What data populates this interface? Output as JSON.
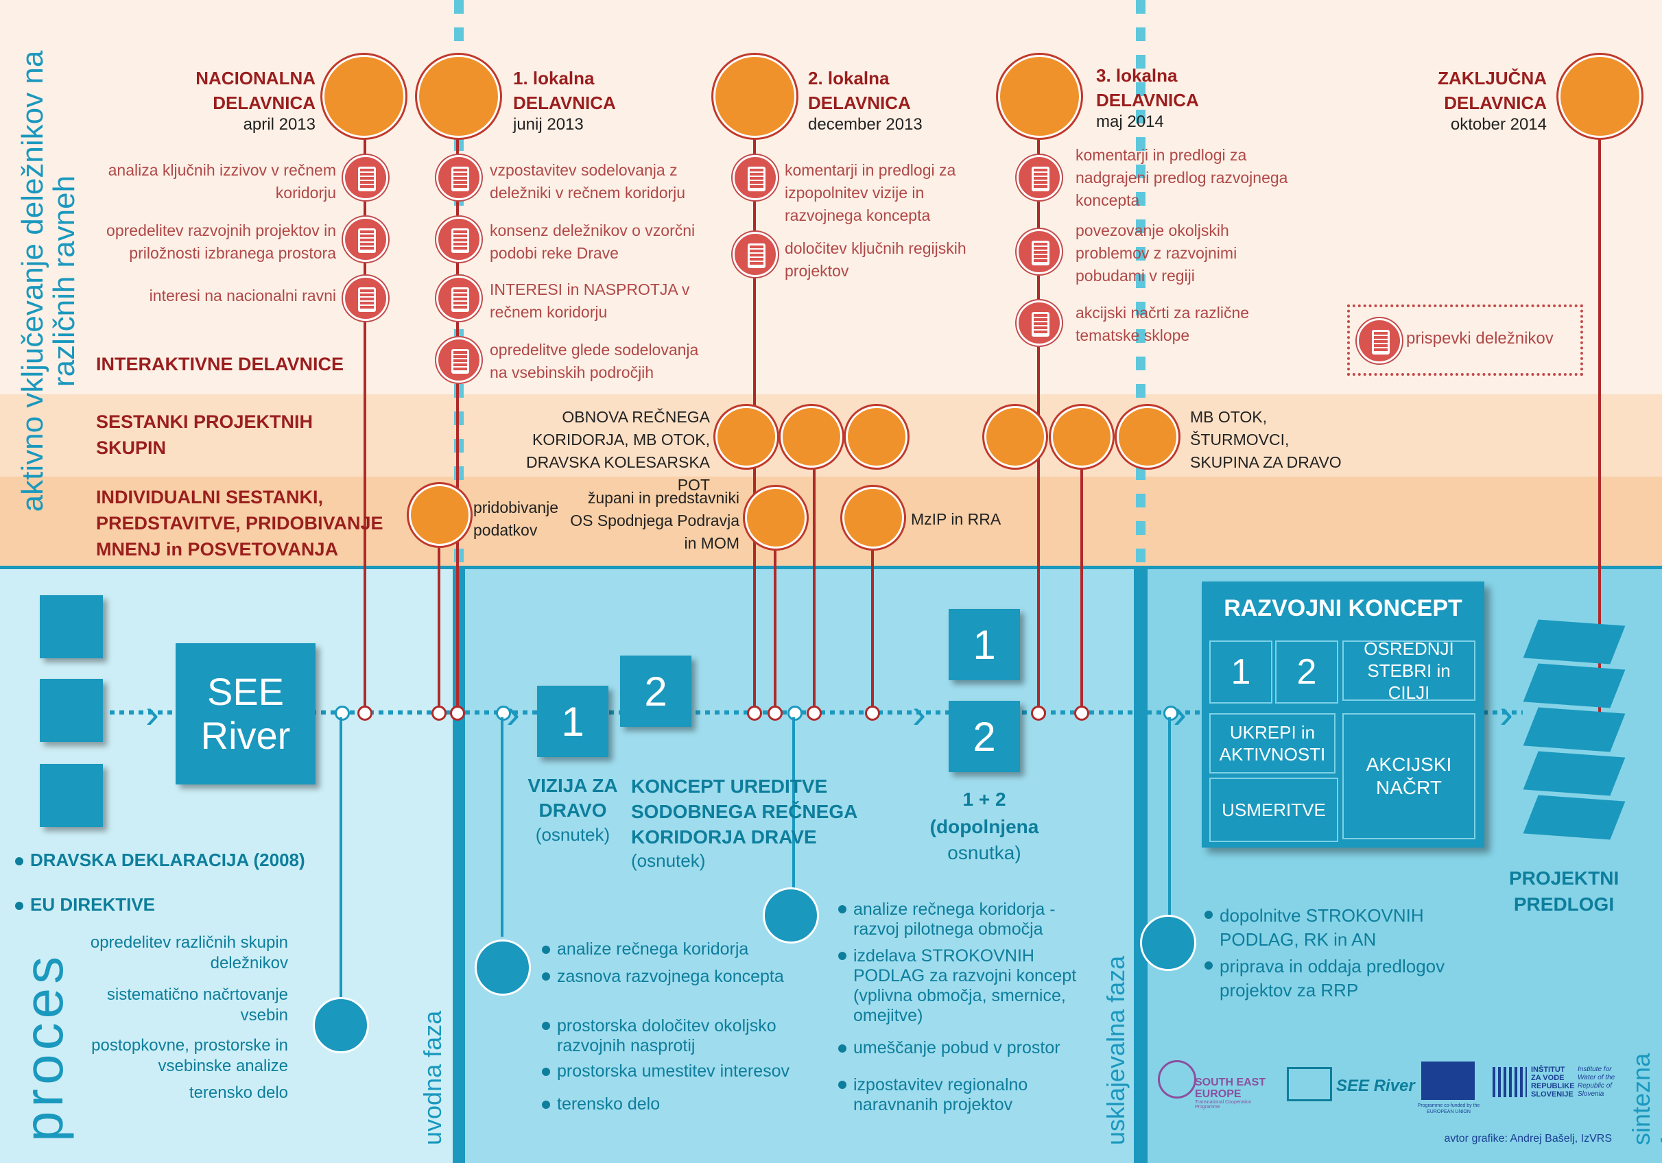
{
  "left_labels": {
    "stakeholders": "aktivno vključevanje deležnikov na različnih ravneh",
    "process": "proces"
  },
  "workshops": [
    {
      "title": "NACIONALNA DELAVNICA",
      "date": "april 2013"
    },
    {
      "title": "1. lokalna DELAVNICA",
      "date": "junij 2013"
    },
    {
      "title": "2. lokalna DELAVNICA",
      "date": "december 2013"
    },
    {
      "title": "3. lokalna DELAVNICA",
      "date": "maj 2014"
    },
    {
      "title": "ZAKLJUČNA DELAVNICA",
      "date": "oktober 2014"
    }
  ],
  "workshop_items": {
    "w0": [
      "analiza ključnih izzivov v rečnem koridorju",
      "opredelitev razvojnih projektov in priložnosti izbranega prostora",
      "interesi na nacionalni ravni"
    ],
    "w1": [
      "vzpostavitev sodelovanja z deležniki v rečnem koridorju",
      "konsenz deležnikov o vzorčni podobi reke Drave",
      "INTERESI in NASPROTJA v rečnem koridorju",
      "opredelitve glede sodelovanja na vsebinskih področjih"
    ],
    "w2": [
      "komentarji in predlogi za izpopolnitev vizije in razvojnega koncepta",
      "določitev ključnih regijskih projektov"
    ],
    "w3": [
      "komentarji in predlogi za nadgrajeni predlog razvojnega koncepta",
      "povezovanje okoljskih problemov z razvojnimi pobudami v regiji",
      "akcijski načrti za različne tematske sklope"
    ],
    "w4": [
      "prispevki deležnikov"
    ]
  },
  "rows": {
    "interactive": "INTERAKTIVNE DELAVNICE",
    "groups": "SESTANKI PROJEKTNIH SKUPIN",
    "individual": "INDIVIDUALNI SESTANKI, PREDSTAVITVE, PRIDOBIVANJE MNENJ in POSVETOVANJA"
  },
  "group_meetings": {
    "left": "OBNOVA REČNEGA KORIDORJA, MB OTOK, DRAVSKA KOLESARSKA POT",
    "right": "MB OTOK, ŠTURMOVCI, SKUPINA ZA DRAVO"
  },
  "individual_meetings": {
    "a": "pridobivanje podatkov",
    "b": "župani in predstavniki OS Spodnjega Podravja in MOM",
    "c": "MzIP in RRA"
  },
  "process": {
    "see_river": "SEE River",
    "declarations": [
      "DRAVSKA DEKLARACIJA (2008)",
      "EU DIREKTIVE"
    ],
    "intro_tasks": [
      "opredelitev različnih skupin deležnikov",
      "sistematično načrtovanje vsebin",
      "postopkovne, prostorske in vsebinske analize",
      "terensko delo"
    ],
    "box1": "1",
    "box2": "2",
    "vision": "VIZIJA ZA DRAVO",
    "vision_sub": "(osnutek)",
    "concept": "KONCEPT UREDITVE SODOBNEGA REČNEGA KORIDORJA DRAVE",
    "concept_sub": "(osnutek)",
    "vision_tasks": [
      "analize rečnega koridorja",
      "zasnova razvojnega koncepta",
      "prostorska določitev okoljsko razvojnih nasprotij",
      "prostorska umestitev interesov",
      "terensko delo"
    ],
    "combo": "1 + 2",
    "combo_sub1": "(dopolnjena",
    "combo_sub2": "osnutka)",
    "mid_tasks": [
      "analize rečnega koridorja - razvoj pilotnega območja",
      "izdelava STROKOVNIH PODLAG za razvojni koncept (vplivna območja, smernice, omejitve)",
      "umeščanje pobud v prostor",
      "izpostavitev regionalno naravnanih projektov"
    ],
    "rk_title": "RAZVOJNI KONCEPT",
    "rk_cells": [
      "1",
      "2",
      "OSREDNJI STEBRI in CILJI",
      "UKREPI in AKTIVNOSTI",
      "AKCIJSKI NAČRT",
      "USMERITVE"
    ],
    "final_tasks": [
      "dopolnitve STROKOVNIH PODLAG, RK in AN",
      "priprava in oddaja predlogov projektov za RRP"
    ],
    "proposals": "PROJEKTNI PREDLOGI"
  },
  "phases": [
    "uvodna faza",
    "usklajevalna faza",
    "sintezna faza"
  ],
  "logos": [
    "SOUTH EAST EUROPE",
    "Transnational Cooperation Programme",
    "SEE River",
    "Programme co-funded by the EUROPEAN UNION",
    "INŠTITUT ZA VODE REPUBLIKE SLOVENIJE",
    "Institute for Water of the Republic of Slovenia"
  ],
  "credit": "avtor grafike: Andrej Bašelj, IzVRS",
  "colors": {
    "orange": "#f0922c",
    "red": "#b02a2a",
    "teal": "#1a98be",
    "light_bg": "#fdf0e6"
  }
}
